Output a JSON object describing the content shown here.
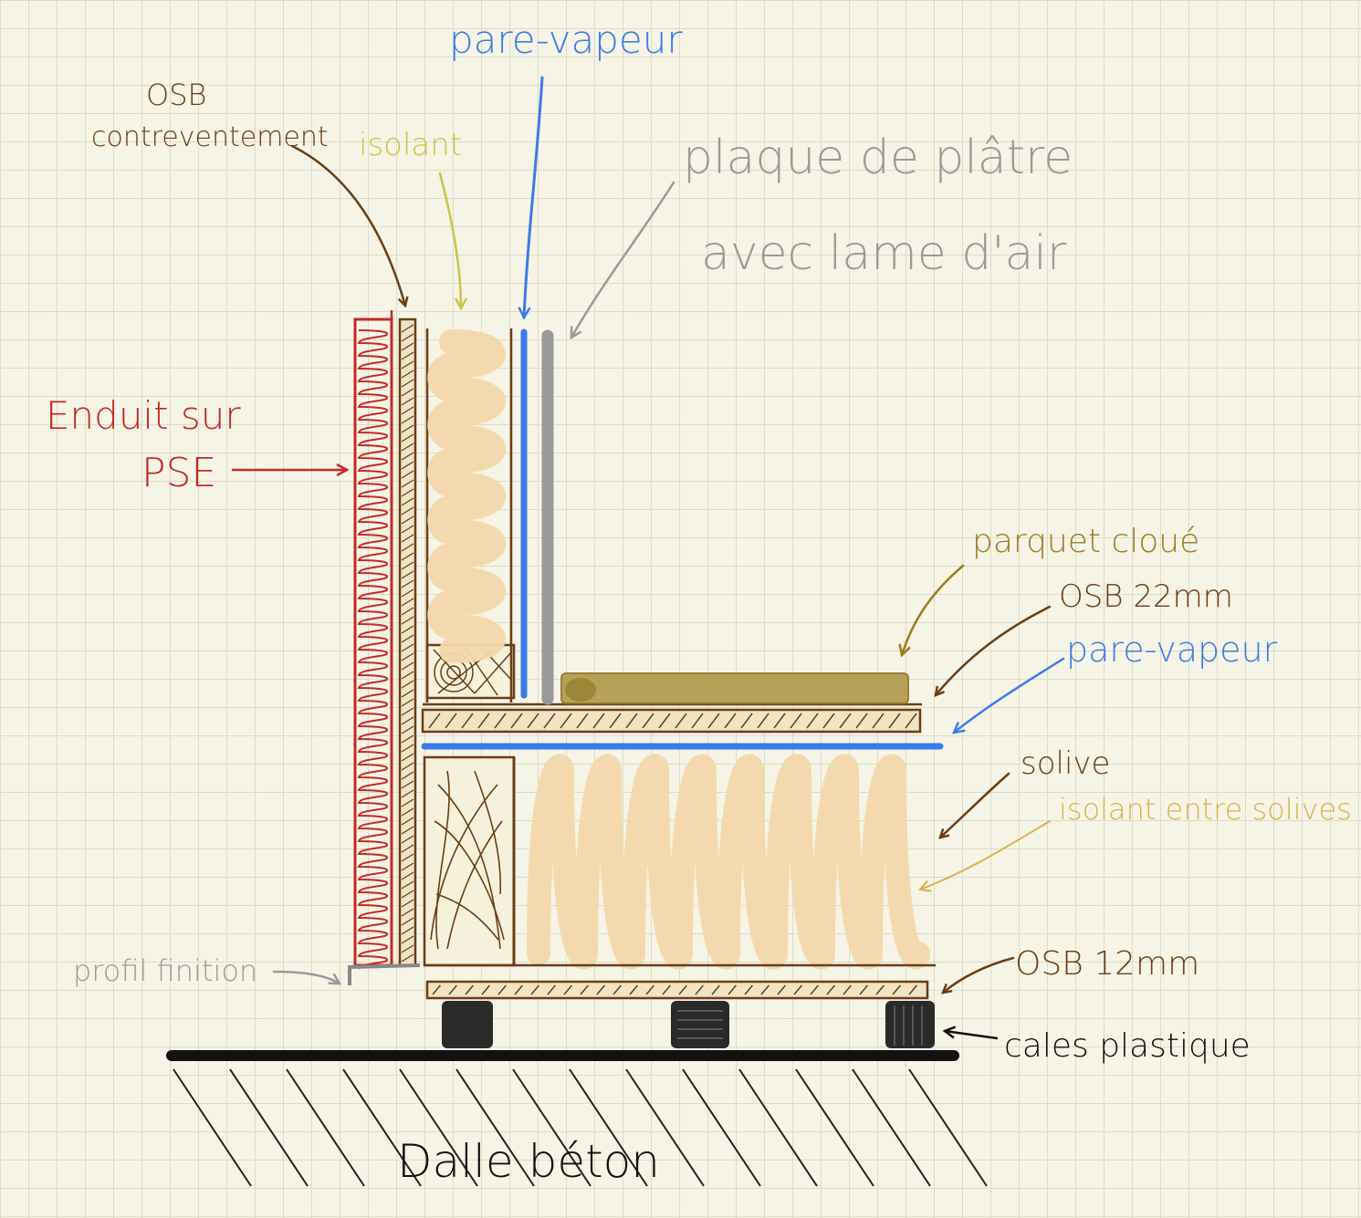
{
  "labels": {
    "osb_contreventement_1": "OSB",
    "osb_contreventement_2": "contreventement",
    "isolant": "isolant",
    "pare_vapeur_wall": "pare-vapeur",
    "plaque_1": "plaque de plâtre",
    "plaque_2": "avec lame d'air",
    "enduit_1": "Enduit sur",
    "enduit_2": "PSE",
    "parquet": "parquet cloué",
    "osb22": "OSB 22mm",
    "pare_vapeur_floor": "pare-vapeur",
    "solive": "solive",
    "isolant_solives": "isolant entre solives",
    "profil": "profil finition",
    "osb12": "OSB 12mm",
    "cales": "cales plastique",
    "dalle": "Dalle béton"
  },
  "colors": {
    "brown": "#6b3d14",
    "red": "#c22a22",
    "blue": "#3b7be8",
    "yellow": "#cbc548",
    "gray": "#9a9a9a",
    "gold": "#9c7c20",
    "insulation": "#f2d8ab",
    "parquet": "#b09a48",
    "black": "#111111"
  }
}
